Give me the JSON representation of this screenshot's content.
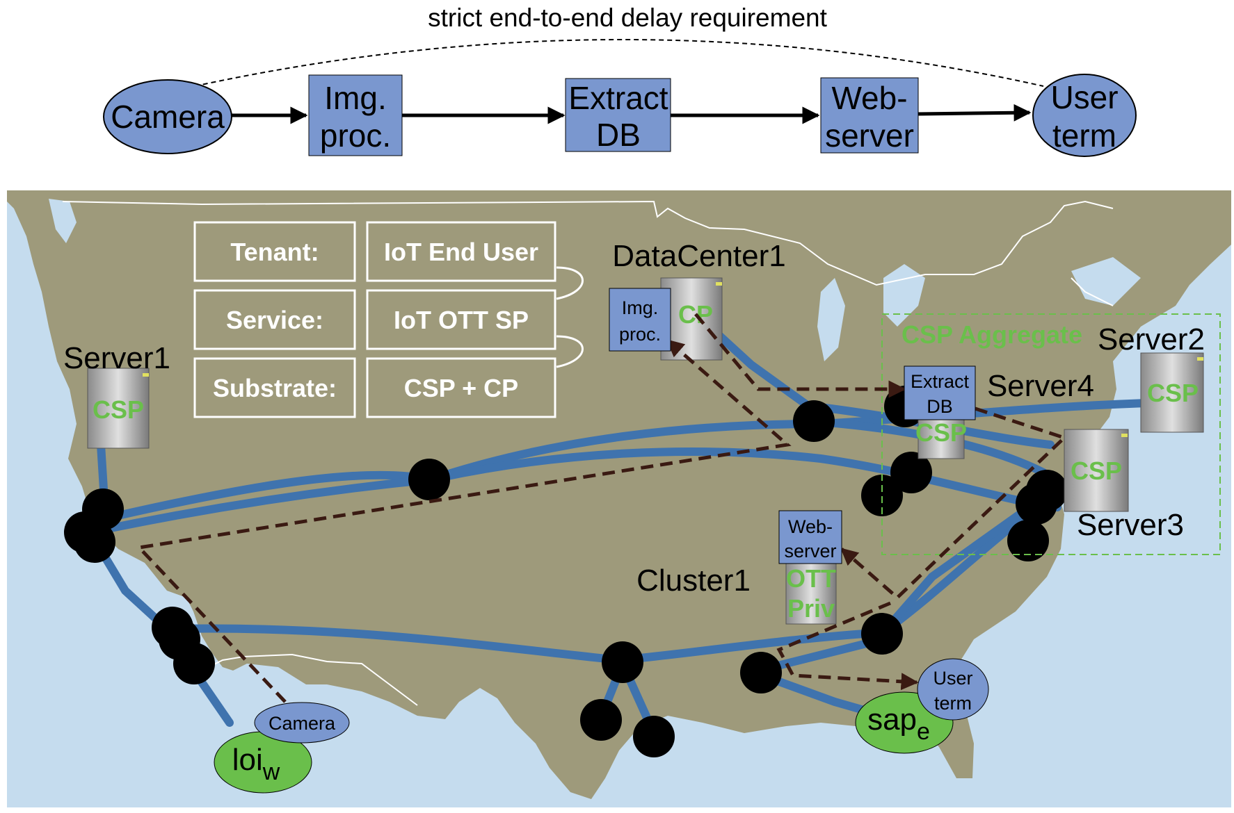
{
  "top_flow": {
    "requirement": "strict end-to-end delay requirement",
    "camera": "Camera",
    "img_proc": [
      "Img.",
      "proc."
    ],
    "extract_db": [
      "Extract",
      "DB"
    ],
    "web_server": [
      "Web-",
      "server"
    ],
    "user_term": [
      "User",
      "term"
    ]
  },
  "legend": {
    "tenant_label": "Tenant:",
    "tenant_value": "IoT End User",
    "service_label": "Service:",
    "service_value": "IoT OTT SP",
    "substrate_label": "Substrate:",
    "substrate_value": "CSP + CP"
  },
  "map": {
    "server1": "Server1",
    "server2": "Server2",
    "server3": "Server3",
    "server4": "Server4",
    "datacenter1": "DataCenter1",
    "cluster1": "Cluster1",
    "csp_aggregate": "CSP Aggregate",
    "csp": "CSP",
    "cp": "CP",
    "ott": "OTT",
    "priv": "Priv",
    "img_proc": [
      "Img.",
      "proc."
    ],
    "extract_db": [
      "Extract",
      "DB"
    ],
    "web_server": [
      "Web-",
      "server"
    ],
    "user_term": [
      "User",
      "term"
    ],
    "camera": "Camera",
    "loi": "loi",
    "loi_sub": "w",
    "sap": "sap",
    "sap_sub": "e"
  },
  "colors": {
    "process_fill": "#7a97cf",
    "land": "#9e9a7b",
    "water": "#c5dcee",
    "link": "#3f73ae",
    "path": "#3a1a12",
    "green": "#6abf4b"
  }
}
